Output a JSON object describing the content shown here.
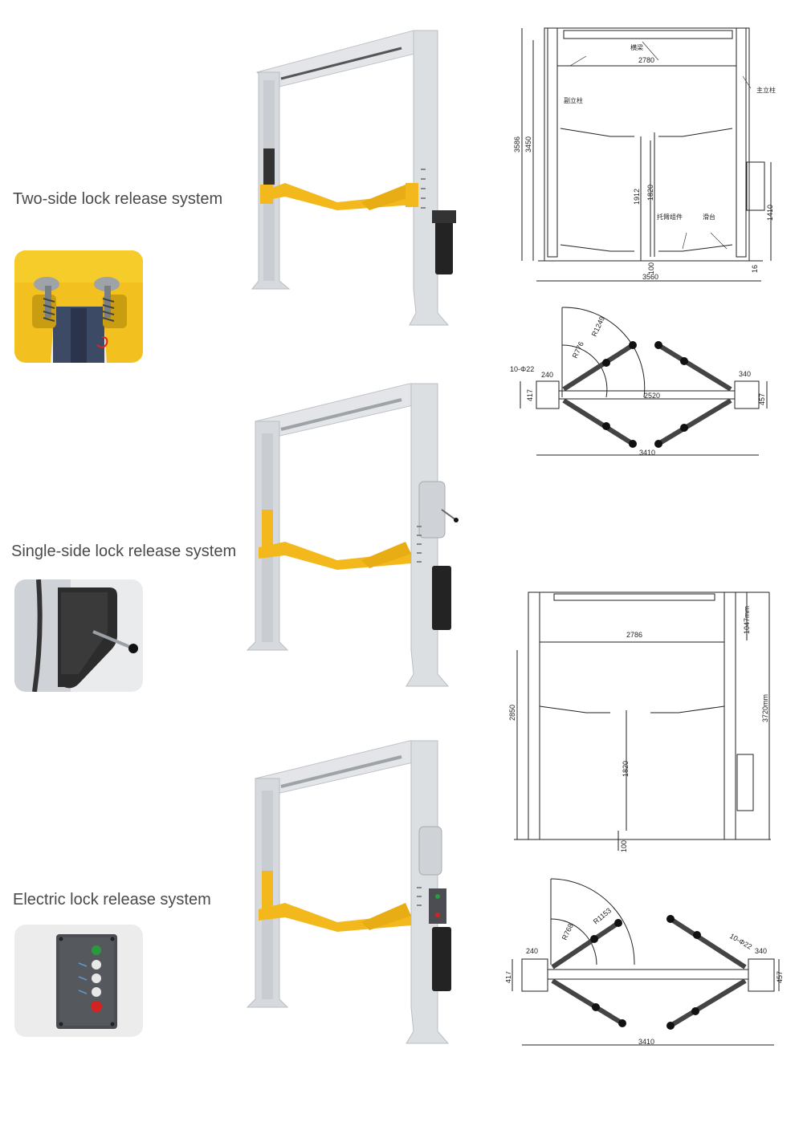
{
  "sections": [
    {
      "label": "Two-side lock release system"
    },
    {
      "label": "Single-side lock release system"
    },
    {
      "label": "Electric lock release system"
    }
  ],
  "drawing1": {
    "width_top": "2780",
    "top_label": "横梁",
    "main_col": "主立柱",
    "sub_col": "副立柱",
    "h_total": "3586",
    "h_inner": "3450",
    "h_1912": "1912",
    "h_1820": "1820",
    "h_1410": "1410",
    "arm_label": "托臂组件",
    "carriage_label": "滑台",
    "h_100": "100",
    "h_16": "16",
    "base_width": "3560"
  },
  "plan1": {
    "hole": "10-Φ22",
    "r1": "R776",
    "r2": "R1249",
    "w240": "240",
    "w340": "340",
    "h417": "417",
    "h457": "457",
    "inner": "2520",
    "total": "3410"
  },
  "drawing2": {
    "top": "2786",
    "h1047": "1047mm",
    "h2850": "2850",
    "h3720": "3720mm",
    "h1820": "1820",
    "h100": "100"
  },
  "plan2": {
    "r1": "R768",
    "r2": "R1153",
    "hole": "10-Φ22",
    "w240": "240",
    "w340": "340",
    "h417": "417",
    "h457": "457",
    "total": "3410"
  },
  "colors": {
    "arm_yellow": "#f2b81c",
    "column_grey": "#d9dcdf",
    "button_green": "#2a9a3e",
    "button_red": "#d32222"
  }
}
